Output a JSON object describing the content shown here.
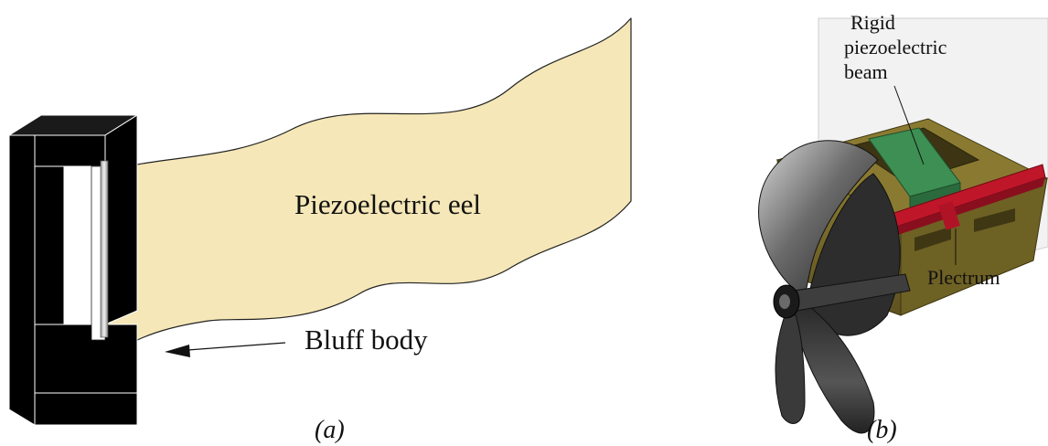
{
  "panel_a": {
    "eel_label": "Piezoelectric eel",
    "bluff_label": "Bluff body",
    "caption": "(a)"
  },
  "panel_b": {
    "beam_label_lines": [
      "Rigid",
      "piezoelectric",
      "beam"
    ],
    "plectrum_label": "Plectrum",
    "caption": "(b)"
  },
  "colors": {
    "bluff_body": "#000000",
    "eel_fill": "#f5e7b7",
    "housing": "#7d6e2a",
    "beam": "#3d8f53",
    "plectrum": "#c0162a",
    "propeller": "#3a3a3a"
  }
}
